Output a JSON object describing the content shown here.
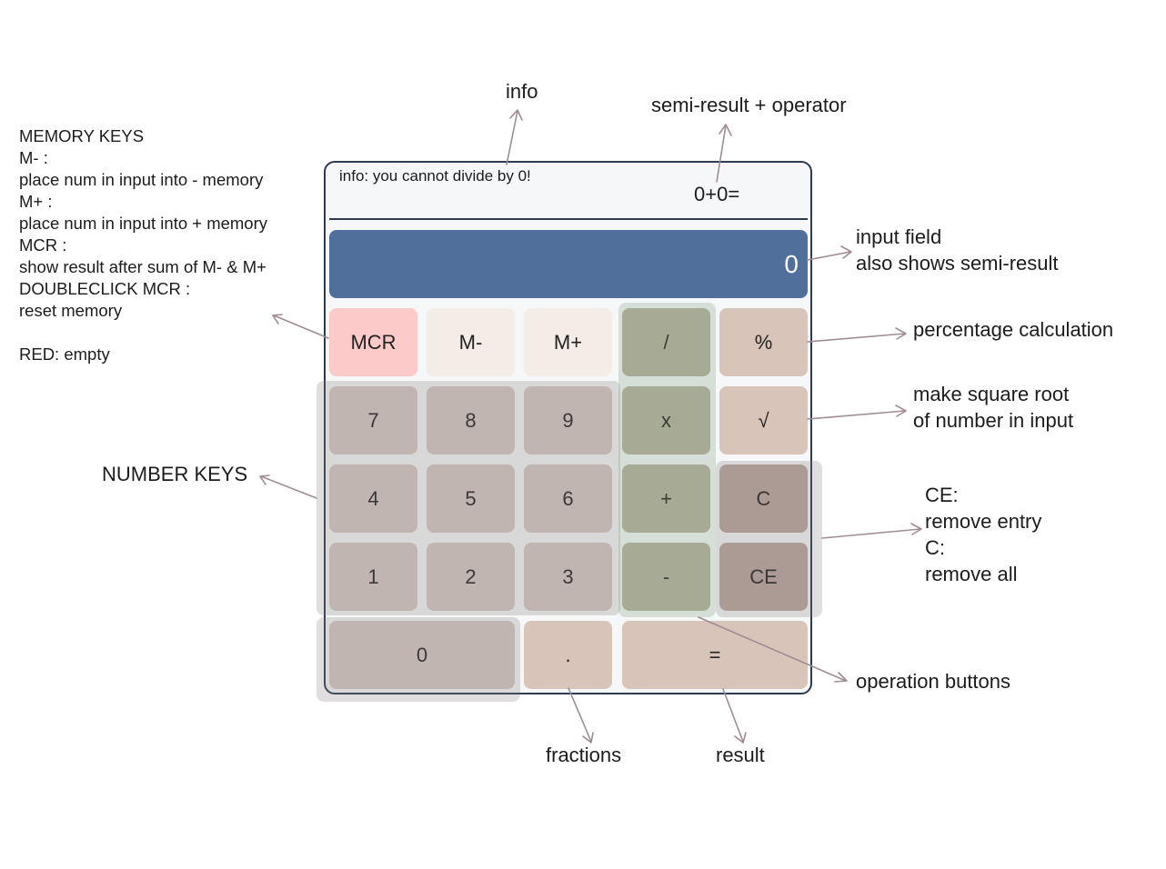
{
  "annotations": {
    "memory_notes": "MEMORY KEYS\nM- :\nplace num in input into - memory\nM+ :\nplace num in input into + memory\nMCR :\nshow result after sum of M- & M+\nDOUBLECLICK MCR :\nreset memory\n\nRED: empty",
    "info": "info",
    "semi_result_operator": "semi-result + operator",
    "input_field": "input field\nalso shows semi-result",
    "percentage": "percentage calculation",
    "square_root": "make square root\nof number in input",
    "number_keys": "NUMBER KEYS",
    "clear_keys": "CE:\nremove entry\nC:\nremove all",
    "operation_buttons": "operation buttons",
    "fractions": "fractions",
    "result": "result"
  },
  "calculator": {
    "info_text": "info: you cannot divide by 0!",
    "semi_result": "0+0=",
    "display_value": "0",
    "keys": {
      "mcr": "MCR",
      "m_minus": "M-",
      "m_plus": "M+",
      "divide": "/",
      "percent": "%",
      "seven": "7",
      "eight": "8",
      "nine": "9",
      "multiply": "x",
      "sqrt": "√",
      "four": "4",
      "five": "5",
      "six": "6",
      "plus": "+",
      "clear": "C",
      "one": "1",
      "two": "2",
      "three": "3",
      "minus": "-",
      "clear_entry": "CE",
      "zero": "0",
      "decimal": ".",
      "equals": "="
    }
  },
  "colors": {
    "display_bg": "#50709b",
    "mcr_empty": "#fdcaca",
    "memory_key": "#f4ece6",
    "operation_key": "#b7b09e",
    "number_key": "#d5c9c3",
    "function_key": "#d8c4b8",
    "clear_key": "#baa69c",
    "arrow": "#a08c93"
  }
}
